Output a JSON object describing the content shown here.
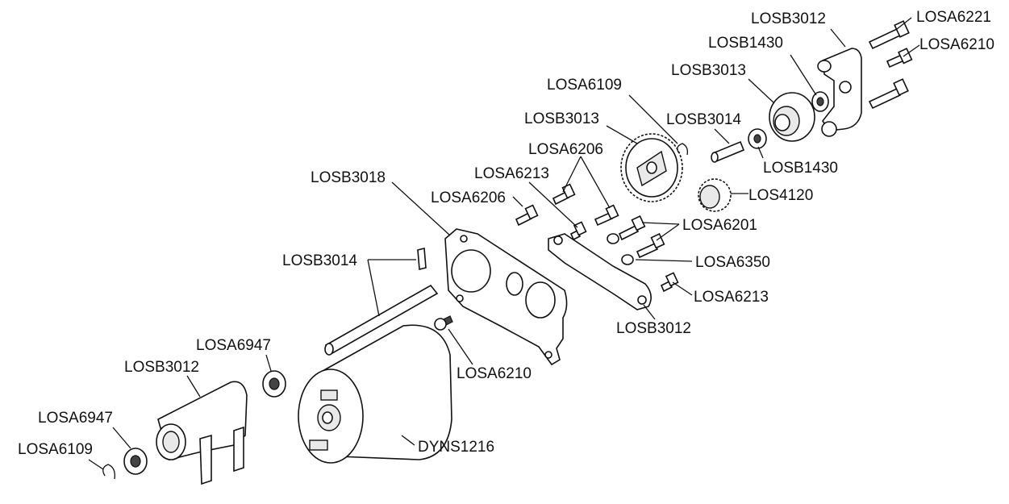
{
  "diagram": {
    "labels": {
      "a6221": "LOSA6221",
      "b3012_top": "LOSB3012",
      "b1430_top": "LOSB1430",
      "a6210_top": "LOSA6210",
      "b3013_right": "LOSB3013",
      "a6109_top": "LOSA6109",
      "b3013_left": "LOSB3013",
      "b3014_top": "LOSB3014",
      "a6206_top": "LOSA6206",
      "b1430_right": "LOSB1430",
      "a6213_top": "LOSA6213",
      "b3018": "LOSB3018",
      "los4120": "LOS4120",
      "a6206_left": "LOSA6206",
      "a6201": "LOSA6201",
      "b3014_mid": "LOSB3014",
      "a6350": "LOSA6350",
      "a6213_right": "LOSA6213",
      "b3012_mid": "LOSB3012",
      "a6947_mid": "LOSA6947",
      "a6210_mid": "LOSA6210",
      "b3012_left": "LOSB3012",
      "a6947_left": "LOSA6947",
      "dyns1216": "DYNS1216",
      "a6109_left": "LOSA6109"
    }
  }
}
